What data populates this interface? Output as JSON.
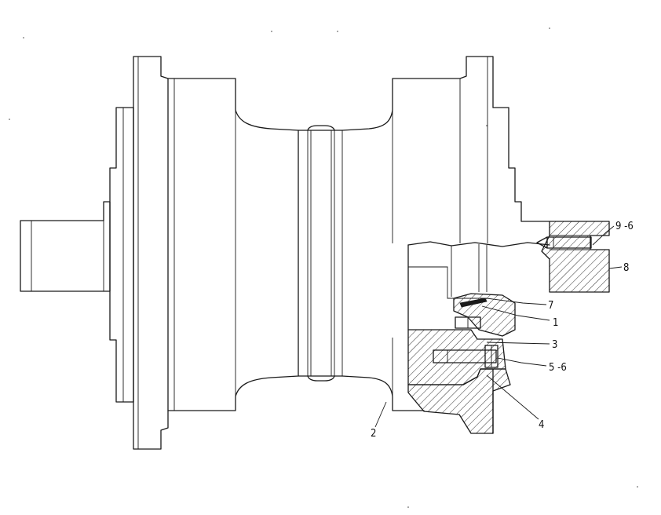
{
  "callouts": [
    {
      "id": "c-9-6",
      "label": "9 -6"
    },
    {
      "id": "c-8",
      "label": "8"
    },
    {
      "id": "c-7",
      "label": "7"
    },
    {
      "id": "c-1",
      "label": "1"
    },
    {
      "id": "c-3",
      "label": "3"
    },
    {
      "id": "c-5-6",
      "label": "5 -6"
    },
    {
      "id": "c-4",
      "label": "4"
    },
    {
      "id": "c-2",
      "label": "2"
    }
  ],
  "colors": {
    "line": "#1a1a1a",
    "background": "#ffffff"
  }
}
